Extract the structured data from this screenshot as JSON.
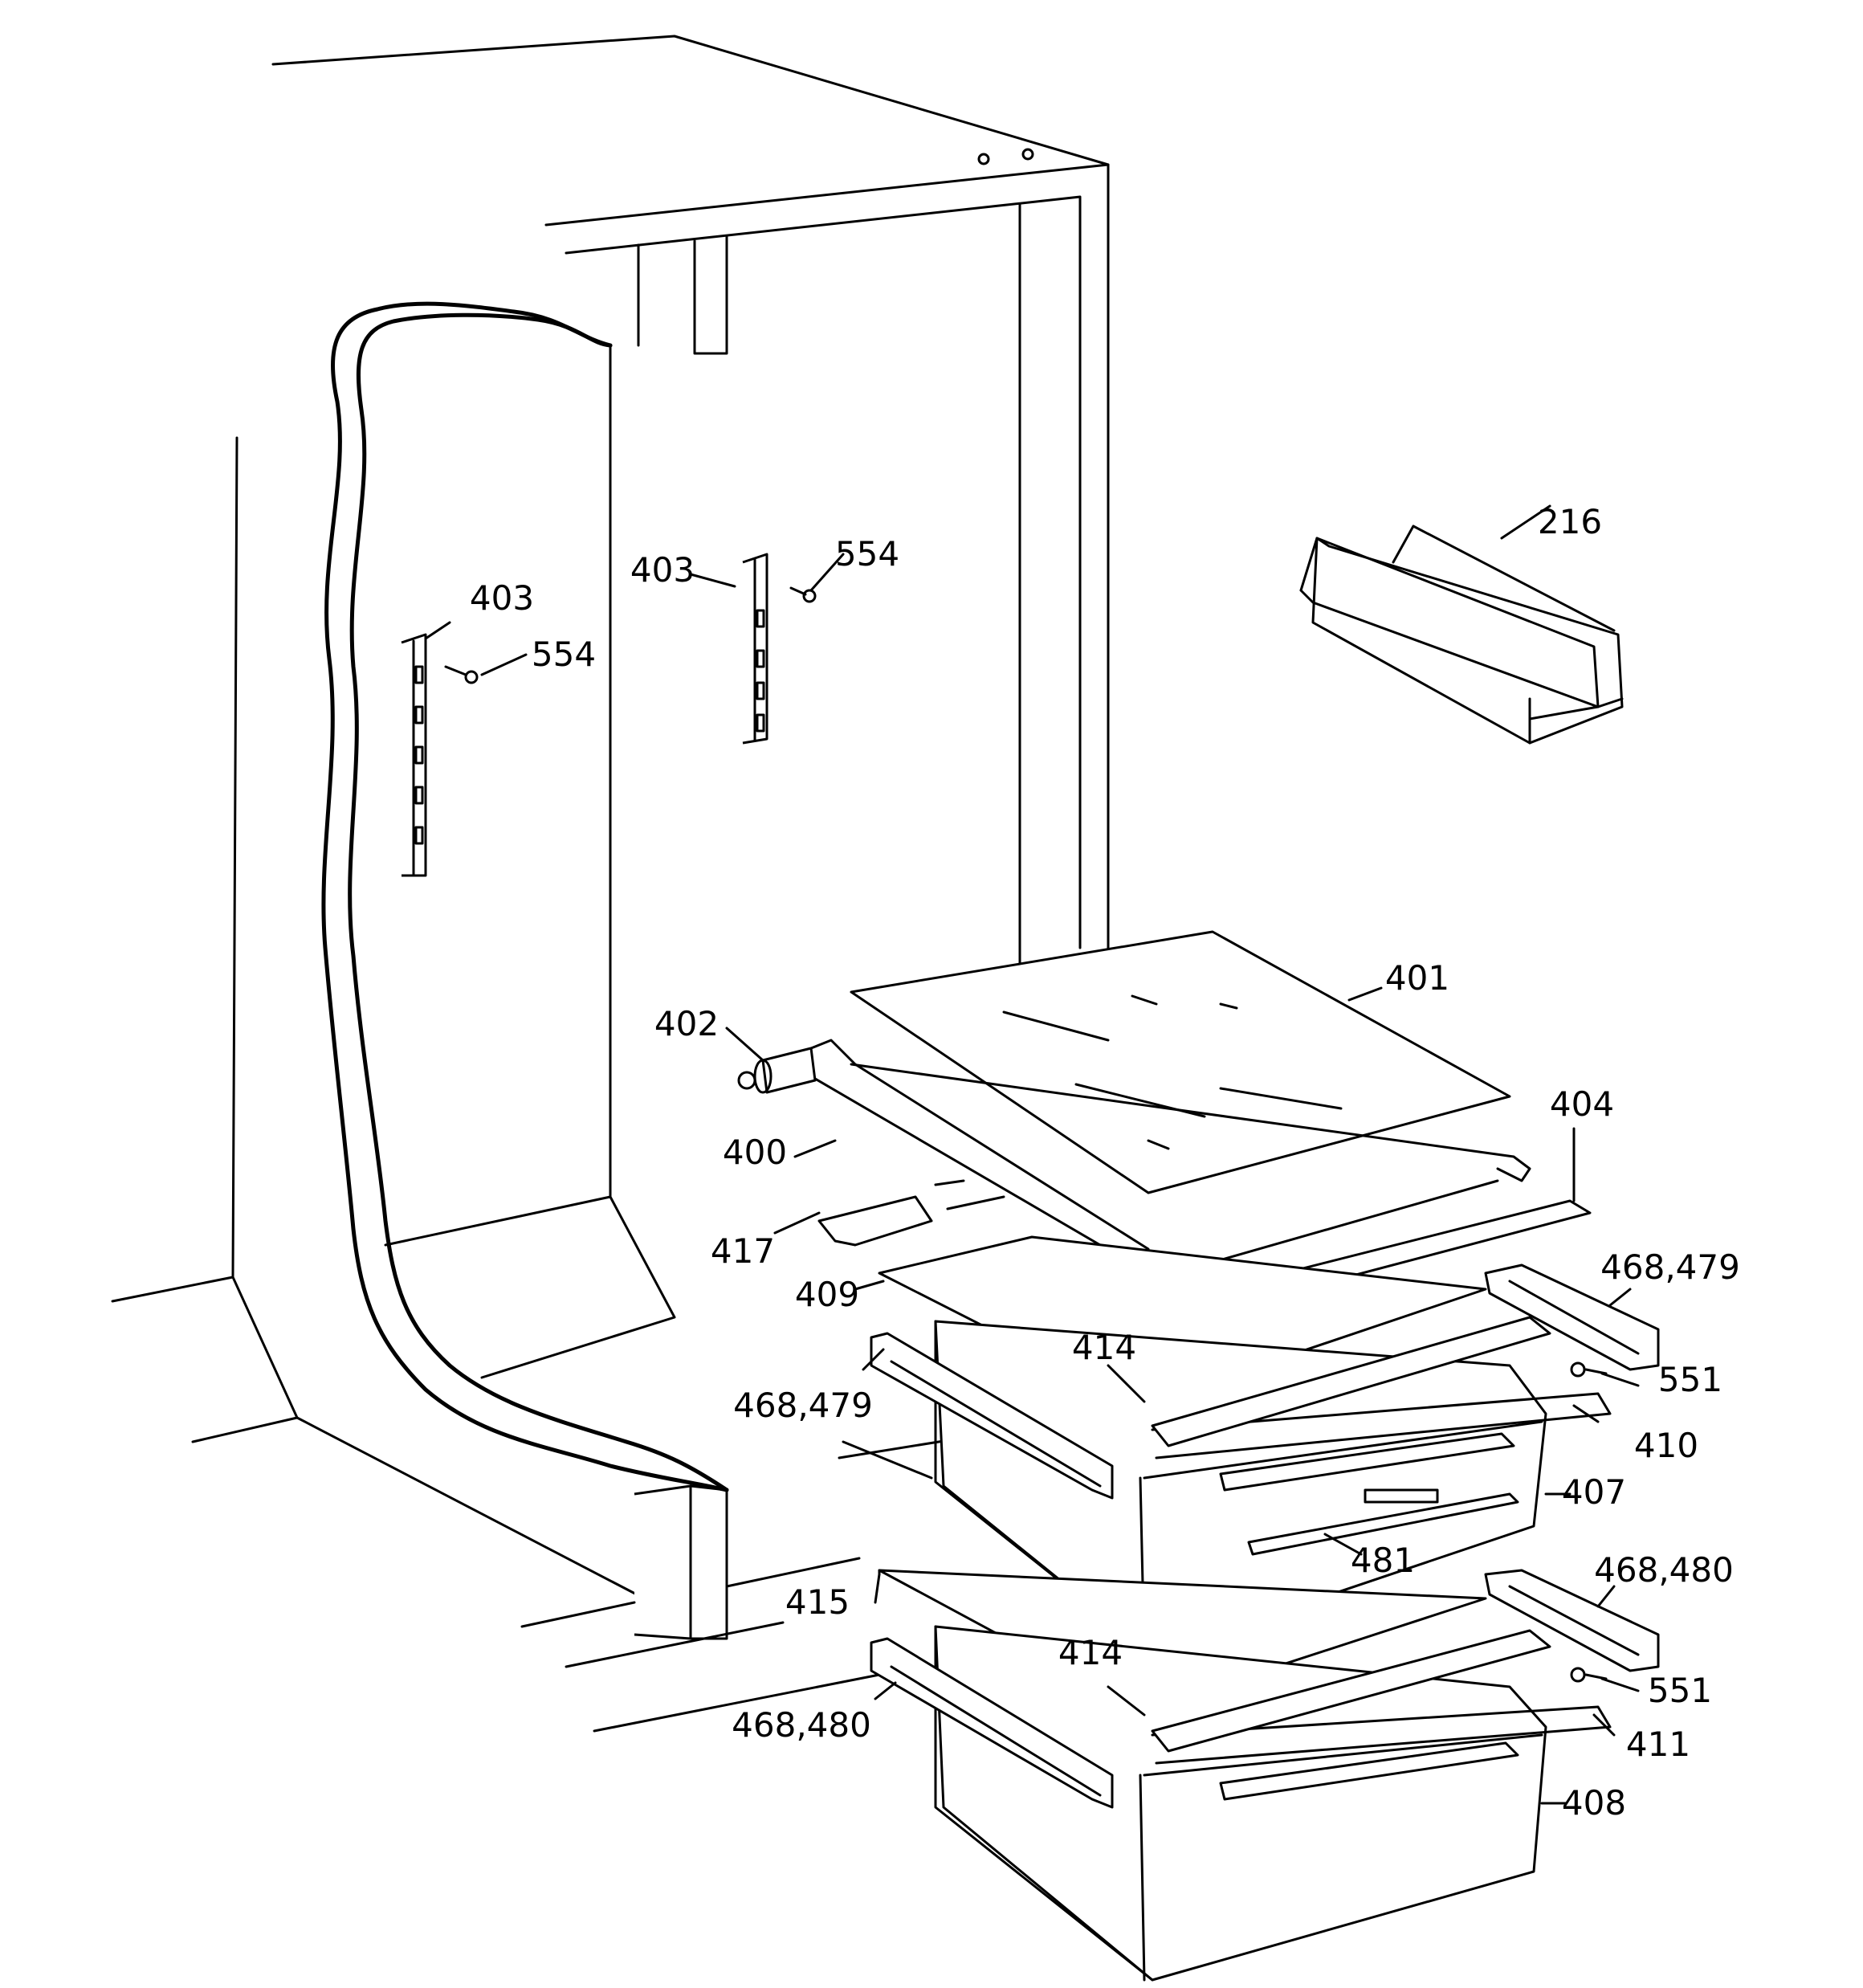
{
  "diagram": {
    "background_color": "#ffffff",
    "line_color": "#000000",
    "part_labels": [
      "216",
      "403",
      "554",
      "403",
      "554",
      "401",
      "402",
      "400",
      "404",
      "417",
      "468,479",
      "409",
      "414",
      "551",
      "468,479",
      "410",
      "407",
      "481",
      "415",
      "468,480",
      "414",
      "551",
      "468,480",
      "411",
      "408"
    ]
  }
}
